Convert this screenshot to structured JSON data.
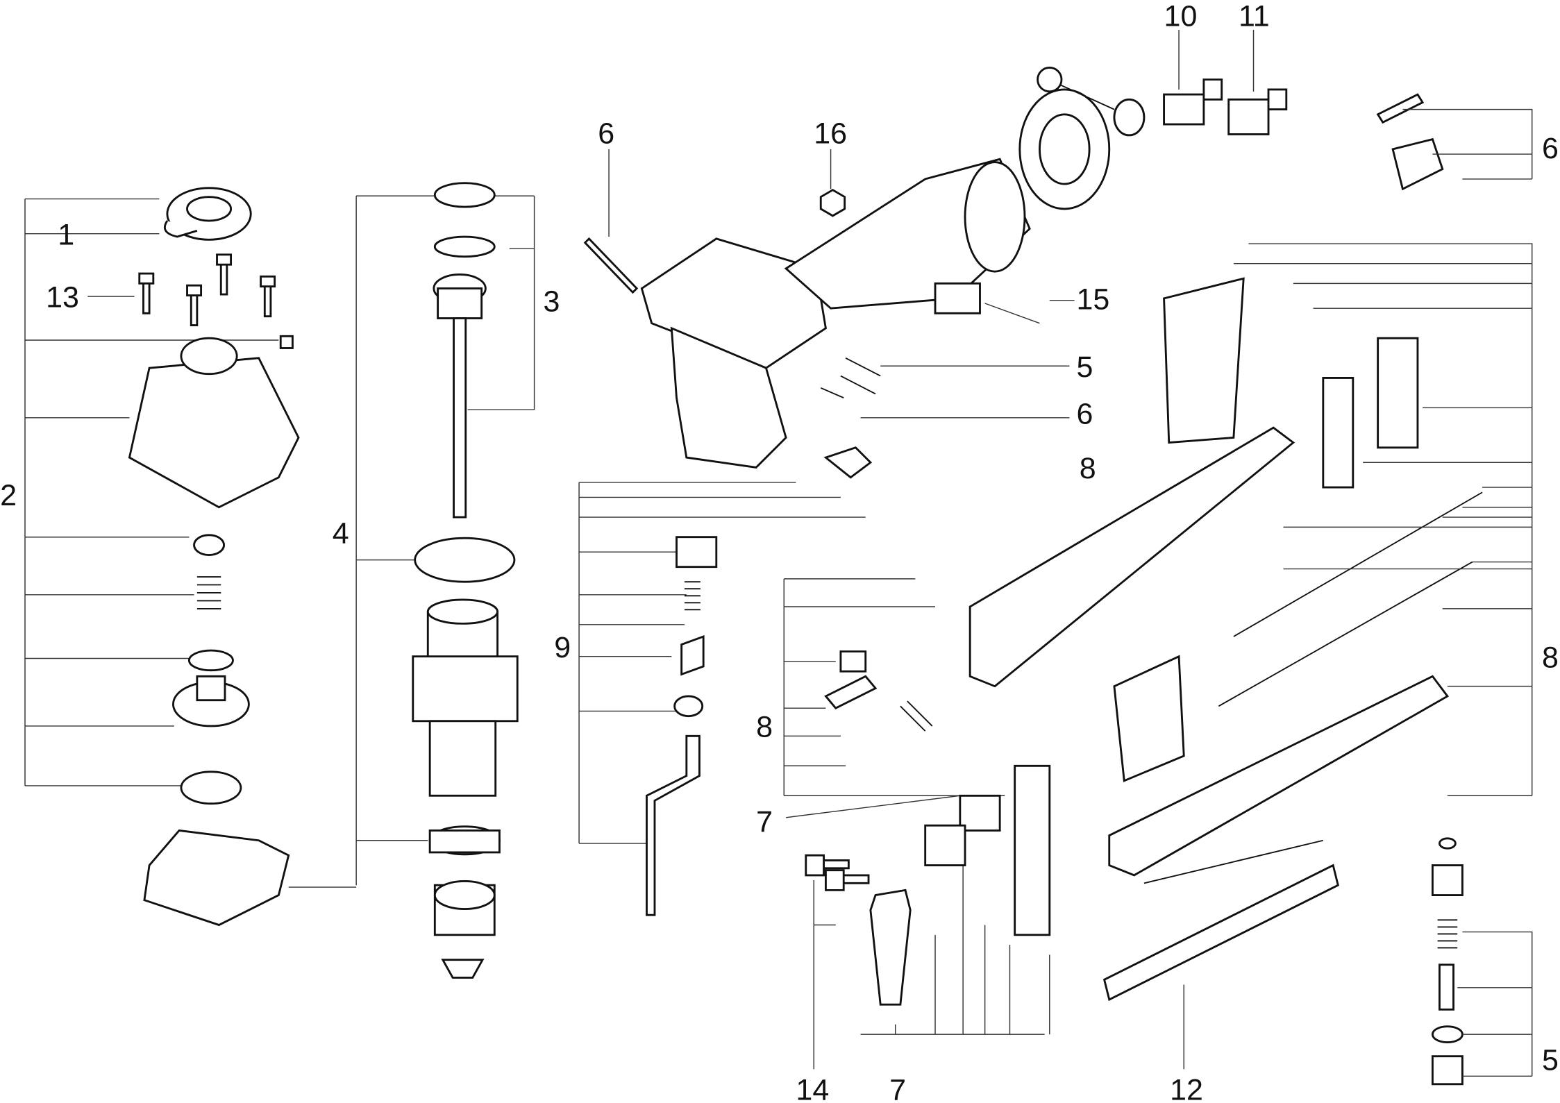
{
  "title": "Exploded parts diagram",
  "callouts": {
    "c1": "1",
    "c13": "13",
    "c2": "2",
    "c4": "4",
    "c3": "3",
    "c6a": "6",
    "c16": "16",
    "c10": "10",
    "c11": "11",
    "c6b": "6",
    "c15": "15",
    "c5a": "5",
    "c6c": "6",
    "c8a": "8",
    "c9": "9",
    "c8b": "8",
    "c7a": "7",
    "c14": "14",
    "c7b": "7",
    "c12": "12",
    "c5b": "5",
    "c8c": "8"
  }
}
